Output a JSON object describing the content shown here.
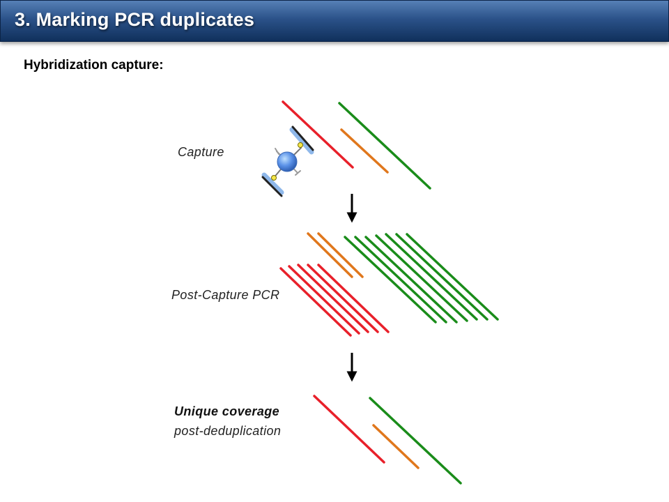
{
  "slide": {
    "title": "3. Marking PCR duplicates",
    "subtitle": "Hybridization capture:"
  },
  "stages": {
    "capture": {
      "label": "Capture"
    },
    "pcr": {
      "label": "Post-Capture PCR"
    },
    "dedup": {
      "label_bold": "Unique coverage",
      "label_italic": "post-deduplication"
    }
  },
  "colors": {
    "title_bar": "#2b5289",
    "red_read": "#e8202a",
    "orange_read": "#e0771c",
    "green_read": "#1a8c1a",
    "arrow": "#000000",
    "bead": "#5b92e8"
  },
  "icons": {
    "capture_bead": "capture-bead-icon",
    "arrows": "down-arrow-icon"
  }
}
